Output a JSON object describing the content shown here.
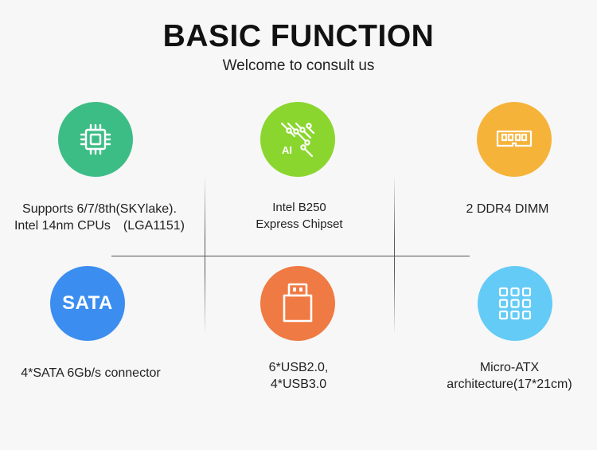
{
  "header": {
    "title": "BASIC FUNCTION",
    "subtitle": "Welcome to consult us"
  },
  "features": [
    {
      "icon": "cpu-chip-icon",
      "color": "#3dbd86",
      "line1": "Supports 6/7/8th(SKYlake).",
      "line2": "Intel 14nm CPUs　(LGA1151)"
    },
    {
      "icon": "ai-circuit-icon",
      "color": "#8ad62f",
      "line1": "Intel B250",
      "line2": "Express Chipset"
    },
    {
      "icon": "memory-module-icon",
      "color": "#f6b33a",
      "line1": "2 DDR4 DIMM"
    },
    {
      "icon": "sata-icon",
      "color": "#3b8eef",
      "badge": "SATA",
      "line1": "4*SATA 6Gb/s connector"
    },
    {
      "icon": "usb-icon",
      "color": "#f07a43",
      "line1": "6*USB2.0,",
      "line2": "4*USB3.0"
    },
    {
      "icon": "grid-layout-icon",
      "color": "#63cbf6",
      "line1": "Micro-ATX",
      "line2": "architecture(17*21cm)"
    }
  ]
}
